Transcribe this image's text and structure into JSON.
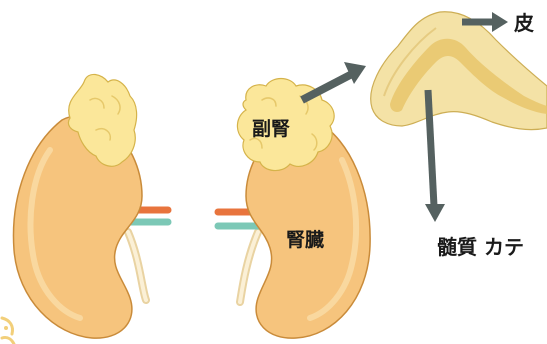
{
  "labels": {
    "adrenal_gland": "副腎",
    "kidney": "腎臓",
    "cortex": "皮",
    "medulla": "髄質 カテ"
  },
  "colors": {
    "kidney_fill": "#F6C47D",
    "kidney_stroke": "#C98B3A",
    "kidney_highlight": "#FADDA8",
    "adrenal_fill": "#FBE79A",
    "adrenal_stroke": "#D5B34A",
    "section_fill": "#F4E2A6",
    "section_stroke": "#CDAE55",
    "section_inner": "#E8C56B",
    "arrow": "#556160",
    "artery": "#E8743D",
    "vein": "#7CC8B6",
    "ureter": "#F1E0B8",
    "corner_mark": "#F2CF7A"
  }
}
